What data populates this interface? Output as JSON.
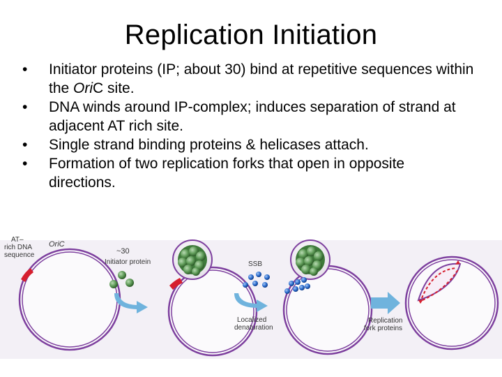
{
  "slide": {
    "title": "Replication Initiation",
    "bullets": [
      {
        "before": "Initiator proteins (IP; about 30) bind at repetitive sequences within the ",
        "italic": "Ori",
        "after": "C site."
      },
      {
        "before": "DNA winds around IP-complex; induces separation of strand at adjacent AT rich site.",
        "italic": "",
        "after": ""
      },
      {
        "before": "Single strand binding proteins & helicases attach.",
        "italic": "",
        "after": ""
      },
      {
        "before": "Formation of two replication forks that open in opposite directions.",
        "italic": "",
        "after": ""
      }
    ]
  },
  "figure": {
    "labels": {
      "at_rich_line1": "AT–",
      "at_rich_line2": "rich DNA",
      "at_rich_line3": "sequence",
      "oric": "OriC",
      "approx_count": "~30",
      "initiator_protein": "Initiator protein",
      "ssb": "SSB",
      "localized_line1": "Localized",
      "localized_line2": "denaturation",
      "replication_line1": "Replication",
      "replication_line2": "fork proteins"
    },
    "colors": {
      "dna_ring": "#7d3f9e",
      "at_rich": "#d61f2e",
      "initiator": "#4f8a4a",
      "ssb": "#1f63c9",
      "arrow": "#6fb3dd",
      "background": "#f2eef7"
    }
  }
}
